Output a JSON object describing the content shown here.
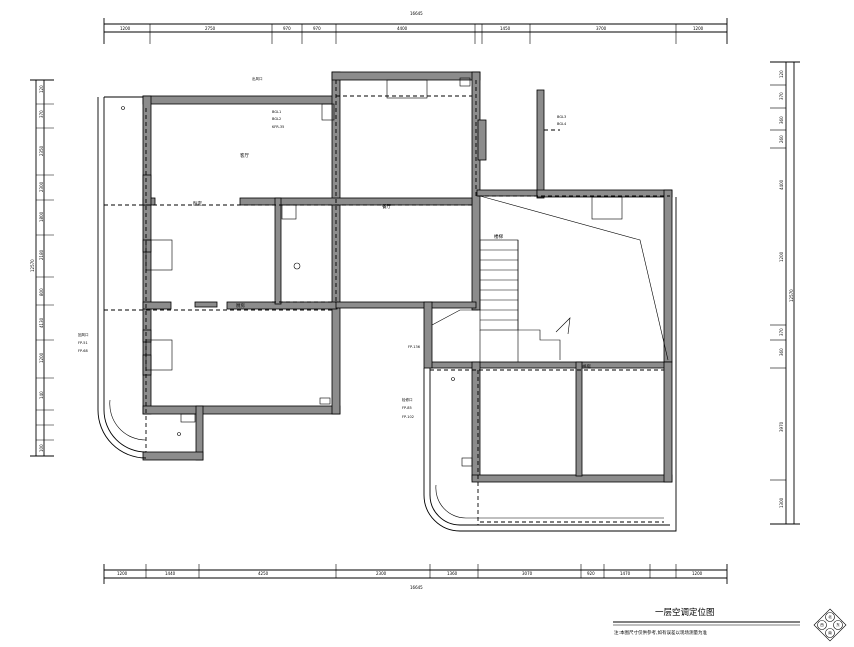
{
  "title": "一层空调定位图",
  "note": "注:本图尺寸仅供参考,如有误差以现场测量为准",
  "compass_labels": [
    "东",
    "南",
    "西",
    "北"
  ],
  "dims_top": [
    "1200",
    "2750",
    "970",
    "970",
    "4400",
    "1450",
    "3700",
    "1200"
  ],
  "dims_top_total": "16645",
  "dims_bottom": [
    "1200",
    "1440",
    "4250",
    "2300",
    "1360",
    "3070",
    "920",
    "1470",
    "1200"
  ],
  "dims_bottom_total": "16645",
  "dims_left": [
    "120",
    "370",
    "2350",
    "2300",
    "1800",
    "2180",
    "800",
    "4130",
    "1200",
    "140",
    "100"
  ],
  "dims_left_total": "12570",
  "dims_right": [
    "120",
    "370",
    "360",
    "260",
    "4400",
    "370",
    "360",
    "3970",
    "1300",
    "1200"
  ],
  "dims_right_total": "12570",
  "room_labels": [
    "客厅",
    "餐厅",
    "卧室",
    "厨房",
    "楼梯",
    "书房"
  ],
  "ac_notes": [
    "出风口",
    "回风口",
    "检修口"
  ],
  "small_tags": [
    "BGL1",
    "BGL2",
    "KFR-35",
    "BGL3",
    "BGL4",
    "FP-51",
    "FP-68",
    "FP-85",
    "FP-102",
    "FP-136"
  ]
}
